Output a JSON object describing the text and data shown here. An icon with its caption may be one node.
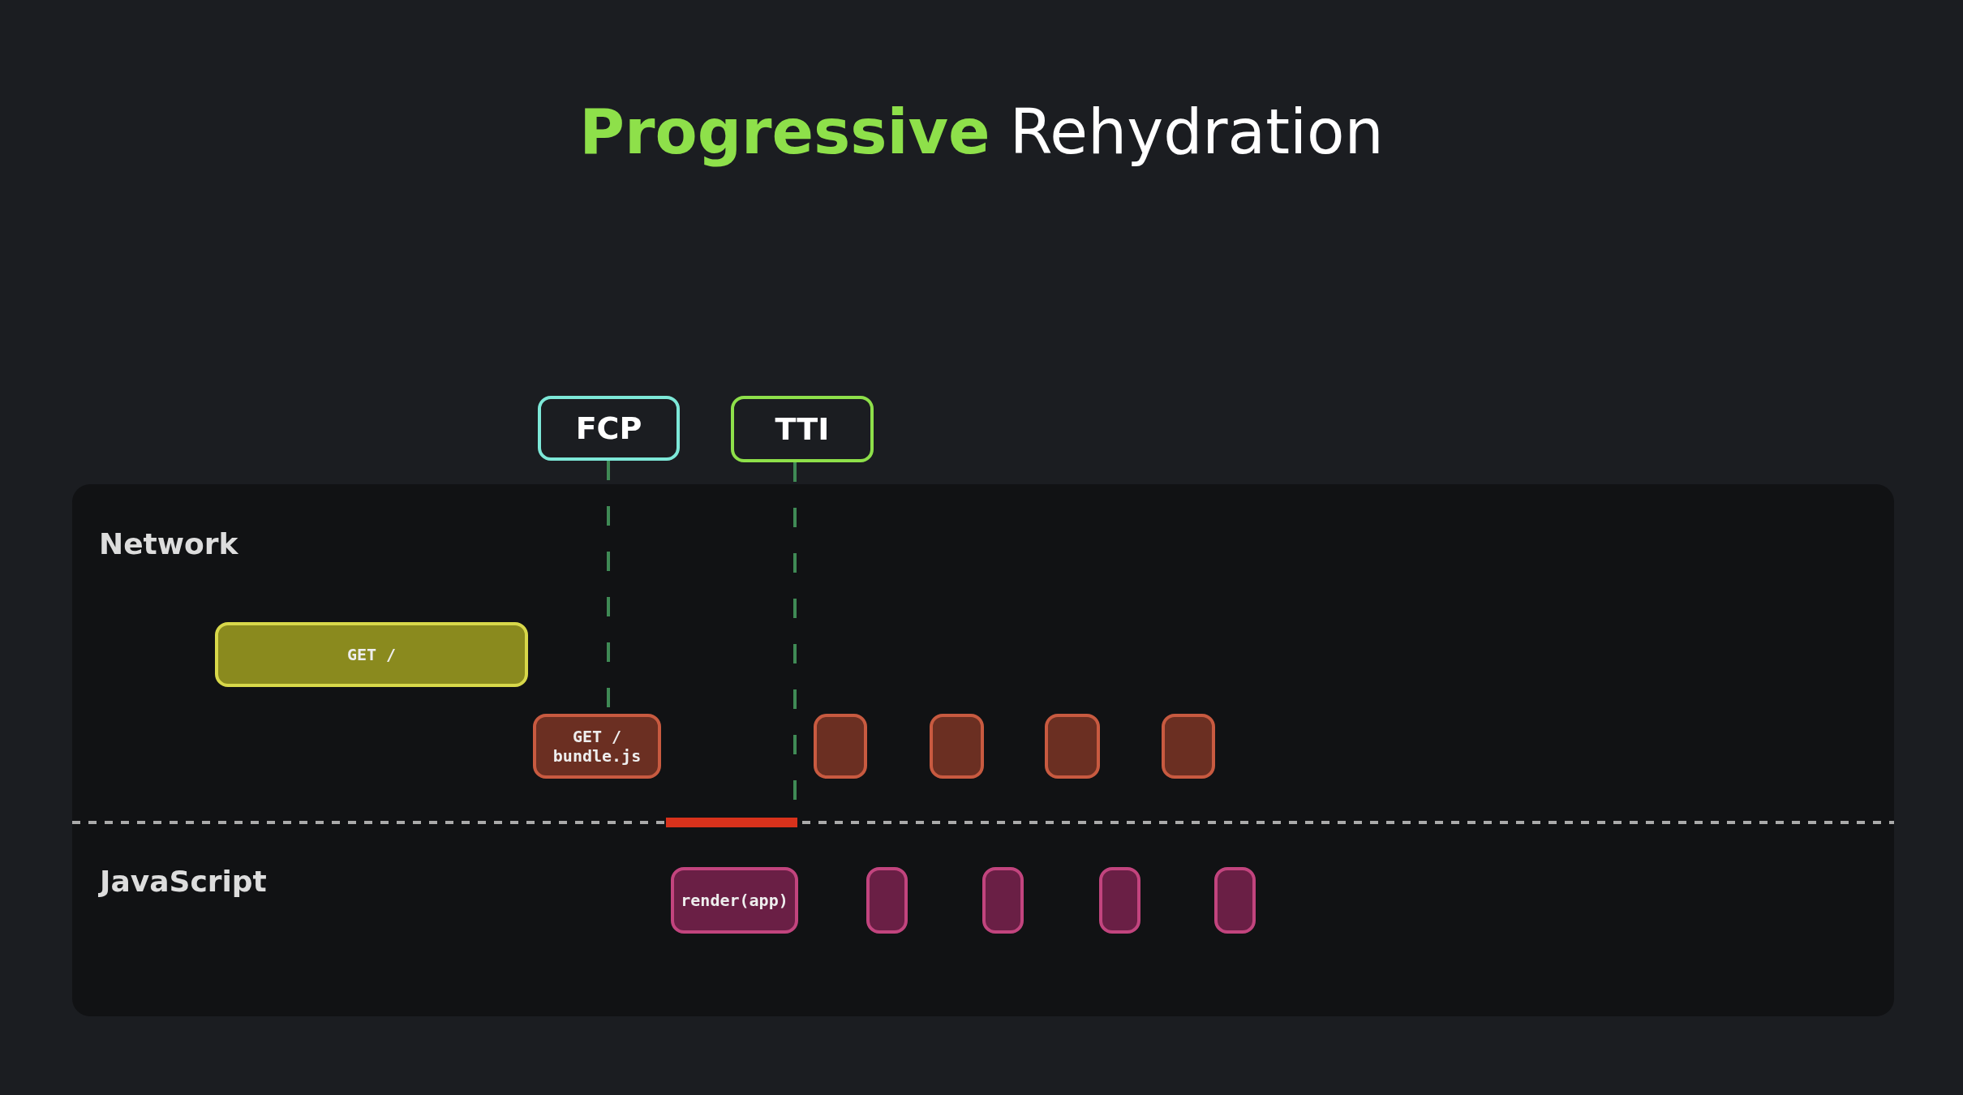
{
  "diagram": {
    "title": "Progressive Rehydration",
    "nodes": [
      {
        "text": [
          "FCP"
        ]
      },
      {
        "text": [
          "TTI"
        ]
      },
      {
        "text": [
          "Network",
          "JavaScript"
        ]
      },
      {
        "text": [
          "GET /"
        ],
        "in": 2
      },
      {
        "text": [
          "GET / bundle.js"
        ],
        "in": 2
      },
      {
        "text": [],
        "shape": "box",
        "in": 2
      },
      {
        "text": [],
        "shape": "box",
        "in": 2
      },
      {
        "text": [],
        "shape": "box",
        "in": 2
      },
      {
        "text": [],
        "shape": "box",
        "in": 2
      },
      {
        "text": [
          "render(app)"
        ],
        "in": 2
      },
      {
        "text": [],
        "shape": "box",
        "in": 2
      },
      {
        "text": [],
        "shape": "box",
        "in": 2
      },
      {
        "text": [],
        "shape": "box",
        "in": 2
      },
      {
        "text": [],
        "shape": "box",
        "in": 2
      }
    ],
    "edges": [
      {
        "from": 0,
        "to": 4,
        "arrow": "none",
        "style": "dashed"
      },
      {
        "from": 1,
        "to": null,
        "arrow": "none",
        "style": "dashed"
      }
    ]
  }
}
